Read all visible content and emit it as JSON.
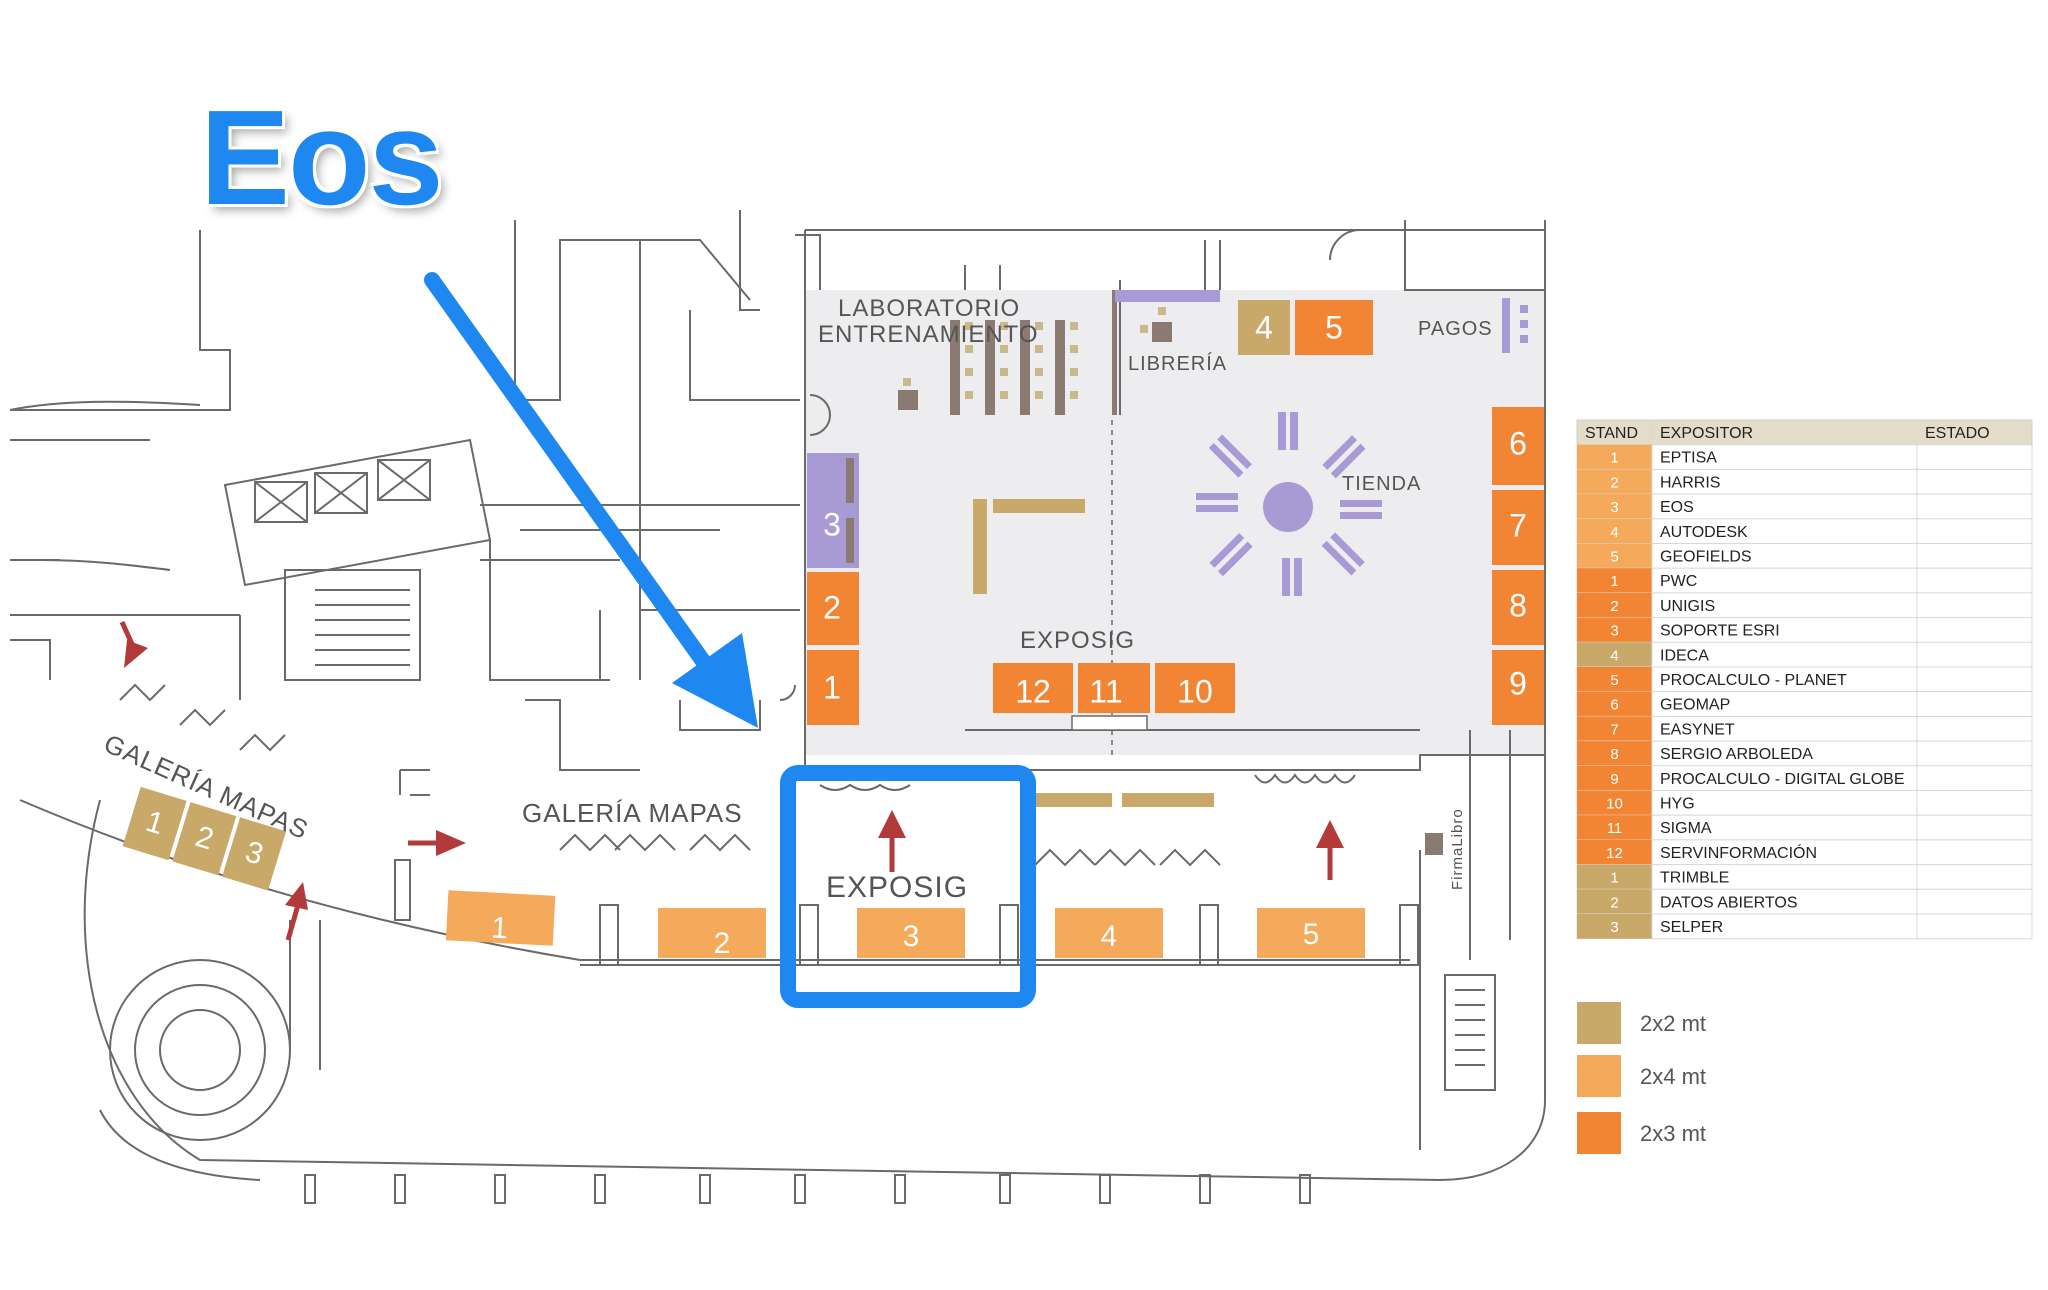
{
  "annotation": {
    "title": "Eos",
    "highlight_color": "#1e88f0"
  },
  "colors": {
    "c2x2": "#c8a96a",
    "c2x4": "#f5a95a",
    "c2x3": "#f28534",
    "purple": "#a89ad4",
    "arrow": "#b23a3a",
    "floor": "#ededf0"
  },
  "labels": {
    "laboratorio": "LABORATORIO",
    "entrenamiento": "ENTRENAMIENTO",
    "libreria": "LIBRERÍA",
    "pagos": "PAGOS",
    "tienda": "TIENDA",
    "exposig_top": "EXPOSIG",
    "exposig_bottom": "EXPOSIG",
    "galeria_mapas_curved": "GALERÍA MAPAS",
    "galeria_mapas": "GALERÍA MAPAS",
    "firma_libro": "FirmaLibro"
  },
  "stands": {
    "hall_left": [
      "1",
      "2",
      "3"
    ],
    "hall_top": [
      "4",
      "5"
    ],
    "hall_right": [
      "6",
      "7",
      "8",
      "9"
    ],
    "hall_center": [
      "12",
      "11",
      "10"
    ],
    "gallery_bottom": [
      "1",
      "2",
      "3",
      "4",
      "5"
    ],
    "gallery_curved": [
      "1",
      "2",
      "3"
    ]
  },
  "table": {
    "headers": [
      "STAND",
      "EXPOSITOR",
      "ESTADO"
    ],
    "rows": [
      {
        "stand": "1",
        "expositor": "EPTISA",
        "color": "#f5a95a"
      },
      {
        "stand": "2",
        "expositor": "HARRIS",
        "color": "#f5a95a"
      },
      {
        "stand": "3",
        "expositor": "EOS",
        "color": "#f5a95a"
      },
      {
        "stand": "4",
        "expositor": "AUTODESK",
        "color": "#f5a95a"
      },
      {
        "stand": "5",
        "expositor": "GEOFIELDS",
        "color": "#f5a95a"
      },
      {
        "stand": "1",
        "expositor": "PWC",
        "color": "#f28534"
      },
      {
        "stand": "2",
        "expositor": "UNIGIS",
        "color": "#f28534"
      },
      {
        "stand": "3",
        "expositor": "SOPORTE ESRI",
        "color": "#f28534"
      },
      {
        "stand": "4",
        "expositor": "IDECA",
        "color": "#c8a96a"
      },
      {
        "stand": "5",
        "expositor": "PROCALCULO - PLANET",
        "color": "#f28534"
      },
      {
        "stand": "6",
        "expositor": "GEOMAP",
        "color": "#f28534"
      },
      {
        "stand": "7",
        "expositor": "EASYNET",
        "color": "#f28534"
      },
      {
        "stand": "8",
        "expositor": "SERGIO ARBOLEDA",
        "color": "#f28534"
      },
      {
        "stand": "9",
        "expositor": "PROCALCULO - DIGITAL GLOBE",
        "color": "#f28534"
      },
      {
        "stand": "10",
        "expositor": "HYG",
        "color": "#f28534"
      },
      {
        "stand": "11",
        "expositor": "SIGMA",
        "color": "#f28534"
      },
      {
        "stand": "12",
        "expositor": "SERVINFORMACIÓN",
        "color": "#f28534"
      },
      {
        "stand": "1",
        "expositor": "TRIMBLE",
        "color": "#c8a96a"
      },
      {
        "stand": "2",
        "expositor": "DATOS ABIERTOS",
        "color": "#c8a96a"
      },
      {
        "stand": "3",
        "expositor": "SELPER",
        "color": "#c8a96a"
      }
    ]
  },
  "legend": [
    {
      "label": "2x2 mt",
      "color": "#c8a96a"
    },
    {
      "label": "2x4 mt",
      "color": "#f5a95a"
    },
    {
      "label": "2x3 mt",
      "color": "#f28534"
    }
  ]
}
